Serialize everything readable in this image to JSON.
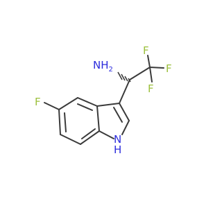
{
  "molecule": {
    "atoms": {
      "amine": "NH",
      "amine_sub": "2",
      "fluorine_1": "F",
      "fluorine_2": "F",
      "fluorine_3": "F",
      "ring_fluorine": "F",
      "indole_nitrogen": "N",
      "indole_hydrogen": "H"
    },
    "colors": {
      "bond": "#3a3a3a",
      "nitrogen": "#2b2bdc",
      "fluorine": "#9bbf3b",
      "background": "#ffffff"
    }
  }
}
